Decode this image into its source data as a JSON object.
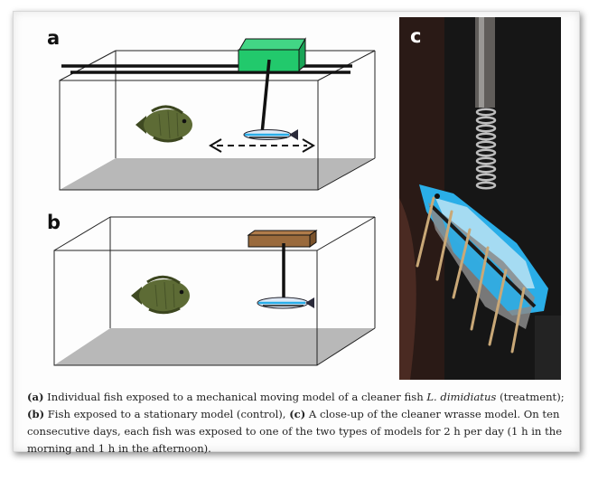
{
  "panels": {
    "a": {
      "label": "a"
    },
    "b": {
      "label": "b"
    },
    "c": {
      "label": "c"
    }
  },
  "colors": {
    "moving_box": "#22c96c",
    "stationary_box": "#9a6a3c",
    "tank_floor": "#b8b8b8",
    "photo_background": "#161616",
    "model_blue": "#2aaee8"
  },
  "caption": {
    "a_mark": "(a)",
    "a_text": " Individual fish exposed to a mechanical moving model of a cleaner fish ",
    "a_species": "L. dimidiatus",
    "a_tail": " (treatment); ",
    "b_mark": "(b)",
    "b_text": " Fish exposed to a stationary model (control), ",
    "c_mark": "(c)",
    "c_text": " A close-up of the cleaner wrasse model. On ten consecutive days, each fish was exposed to one of the two types of models for 2 h per day (1 h in the morning and 1 h in the afternoon)."
  }
}
